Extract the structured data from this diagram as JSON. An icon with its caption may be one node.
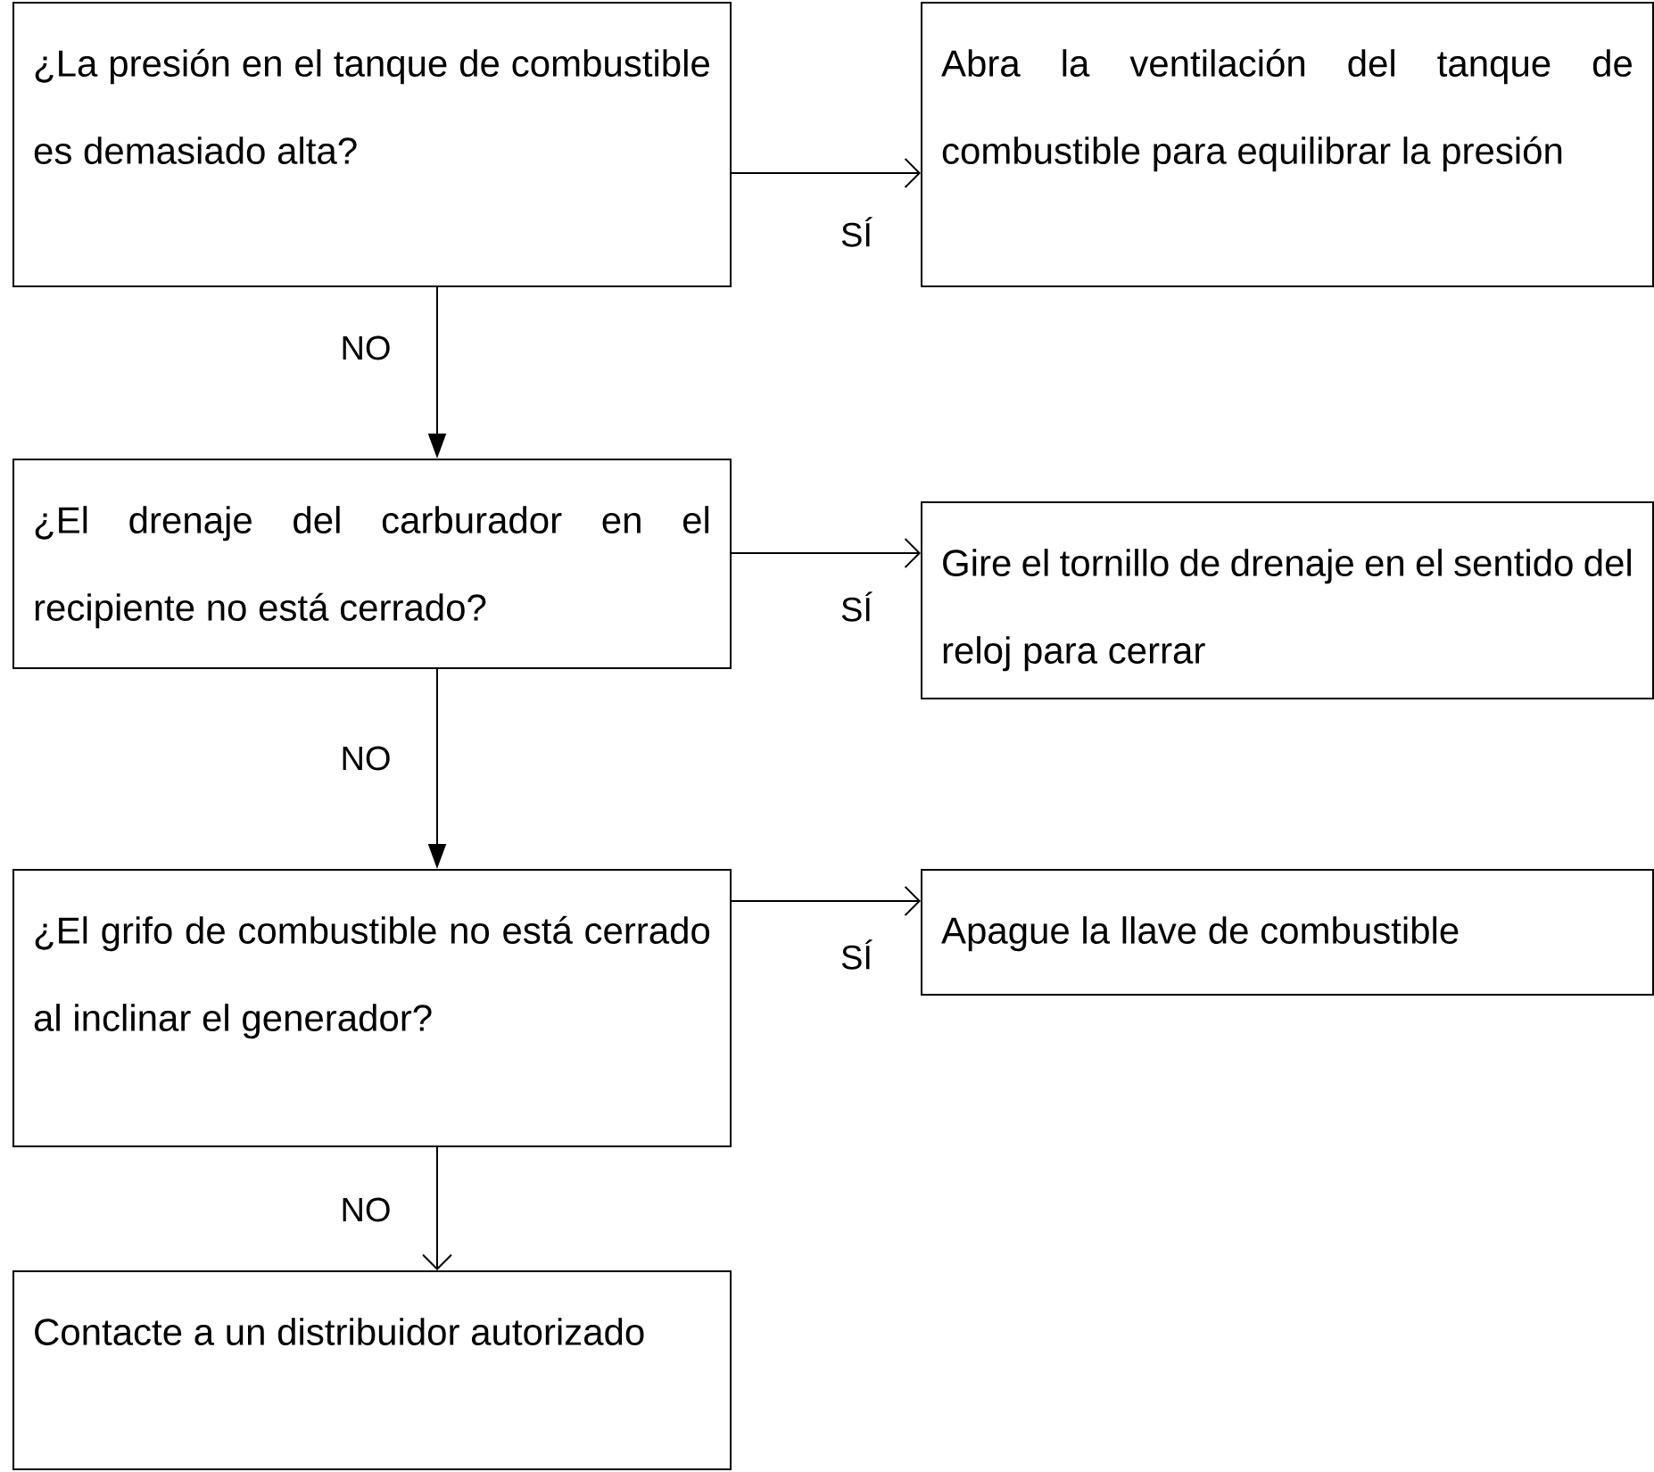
{
  "diagram": {
    "nodes": [
      {
        "text": [
          "¿La presión en el tanque de combustible es demasiado alta?"
        ]
      },
      {
        "text": [
          "Abra la ventilación del tanque de combustible para equilibrar la presión"
        ]
      },
      {
        "text": [
          "¿El drenaje del carburador en el recipiente no está cerrado?"
        ]
      },
      {
        "text": [
          "Gire el tornillo de drenaje en el sentido del reloj para cerrar"
        ]
      },
      {
        "text": [
          "¿El grifo de combustible no está cerrado al inclinar el generador?"
        ]
      },
      {
        "text": [
          "Apague la llave de combustible"
        ]
      },
      {
        "text": [
          "Contacte a un distribuidor autorizado"
        ]
      }
    ],
    "edges": [
      {
        "from": 0,
        "to": 1,
        "arrow": "to",
        "label": "SÍ"
      },
      {
        "from": 0,
        "to": 2,
        "arrow": "to",
        "label": "NO"
      },
      {
        "from": 2,
        "to": 3,
        "arrow": "to",
        "label": "SÍ"
      },
      {
        "from": 2,
        "to": 4,
        "arrow": "to",
        "label": "NO"
      },
      {
        "from": 4,
        "to": 5,
        "arrow": "to",
        "label": "SÍ"
      },
      {
        "from": 4,
        "to": 6,
        "arrow": "to",
        "label": "NO"
      }
    ]
  }
}
